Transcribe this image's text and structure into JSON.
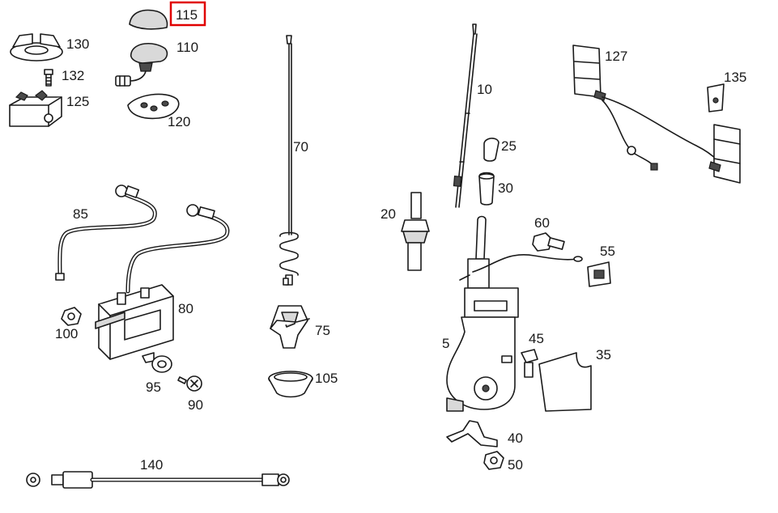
{
  "labels": {
    "p115": "115",
    "p130": "130",
    "p110": "110",
    "p132": "132",
    "p125": "125",
    "p120": "120",
    "p70": "70",
    "p10": "10",
    "p127": "127",
    "p135": "135",
    "p25": "25",
    "p30": "30",
    "p85": "85",
    "p20": "20",
    "p60": "60",
    "p55": "55",
    "p80": "80",
    "p100": "100",
    "p75": "75",
    "p5": "5",
    "p45": "45",
    "p35": "35",
    "p95": "95",
    "p90": "90",
    "p105": "105",
    "p40": "40",
    "p50": "50",
    "p140": "140"
  },
  "highlight_color": "#e00000"
}
